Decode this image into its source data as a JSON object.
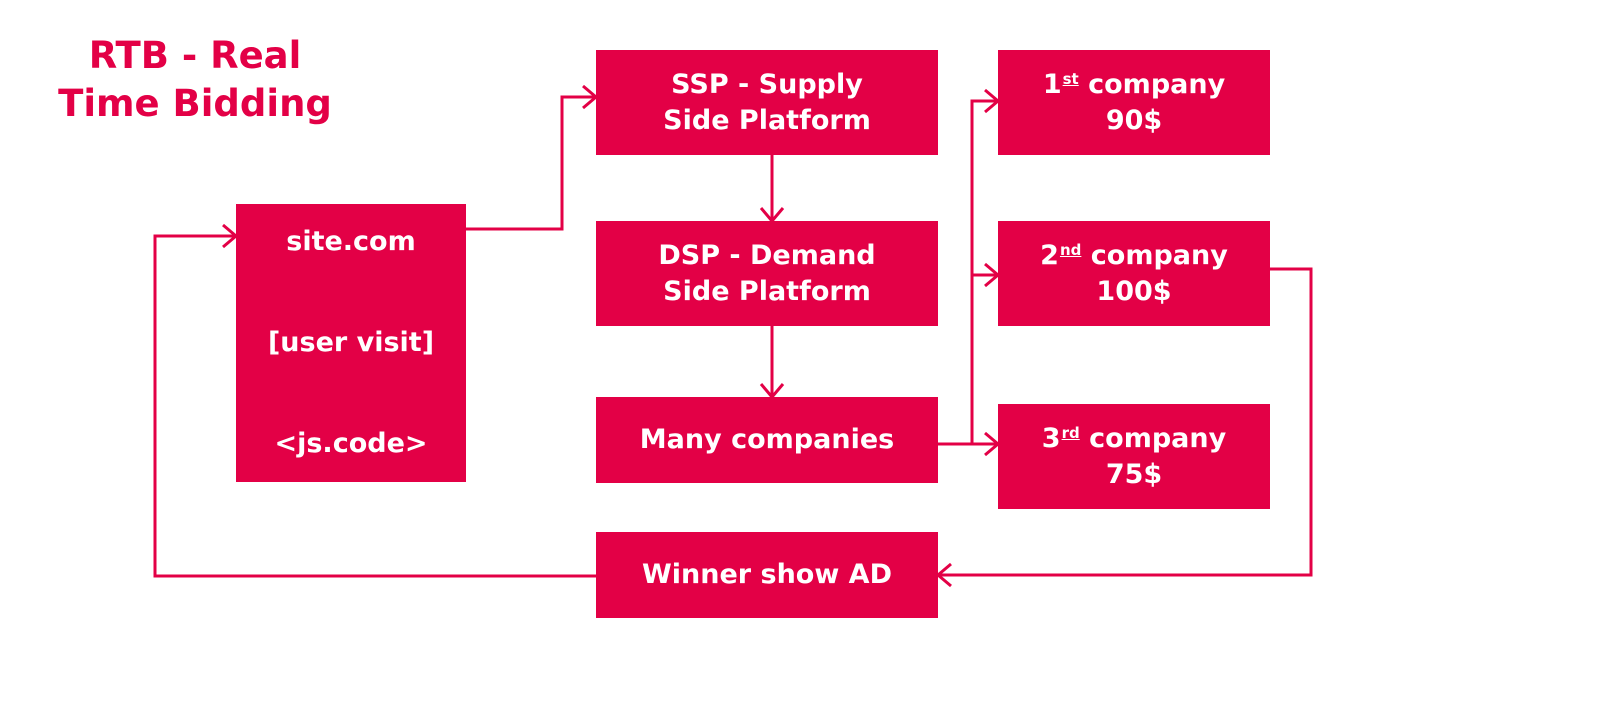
{
  "title": {
    "line1": "RTB - Real",
    "line2": "Time Bidding"
  },
  "colors": {
    "accent": "#e30046",
    "text_on_accent": "#ffffff",
    "background": "#ffffff"
  },
  "nodes": {
    "site": {
      "line1": "site.com",
      "line2": "[user visit]",
      "line3": "<js.code>"
    },
    "ssp": {
      "line1": "SSP - Supply",
      "line2": "Side Platform"
    },
    "dsp": {
      "line1": "DSP - Demand",
      "line2": "Side Platform"
    },
    "many": {
      "line1": "Many companies"
    },
    "winner": {
      "line1": "Winner show AD"
    },
    "companies": [
      {
        "rank": "1",
        "suffix": "st",
        "label": "company",
        "bid": "90$"
      },
      {
        "rank": "2",
        "suffix": "nd",
        "label": "company",
        "bid": "100$"
      },
      {
        "rank": "3",
        "suffix": "rd",
        "label": "company",
        "bid": "75$"
      }
    ]
  },
  "edges": [
    {
      "from": "site",
      "to": "ssp"
    },
    {
      "from": "ssp",
      "to": "dsp"
    },
    {
      "from": "dsp",
      "to": "many"
    },
    {
      "from": "many",
      "to": "company-1"
    },
    {
      "from": "many",
      "to": "company-2"
    },
    {
      "from": "many",
      "to": "company-3"
    },
    {
      "from": "company-2",
      "to": "winner"
    },
    {
      "from": "winner",
      "to": "site"
    }
  ]
}
